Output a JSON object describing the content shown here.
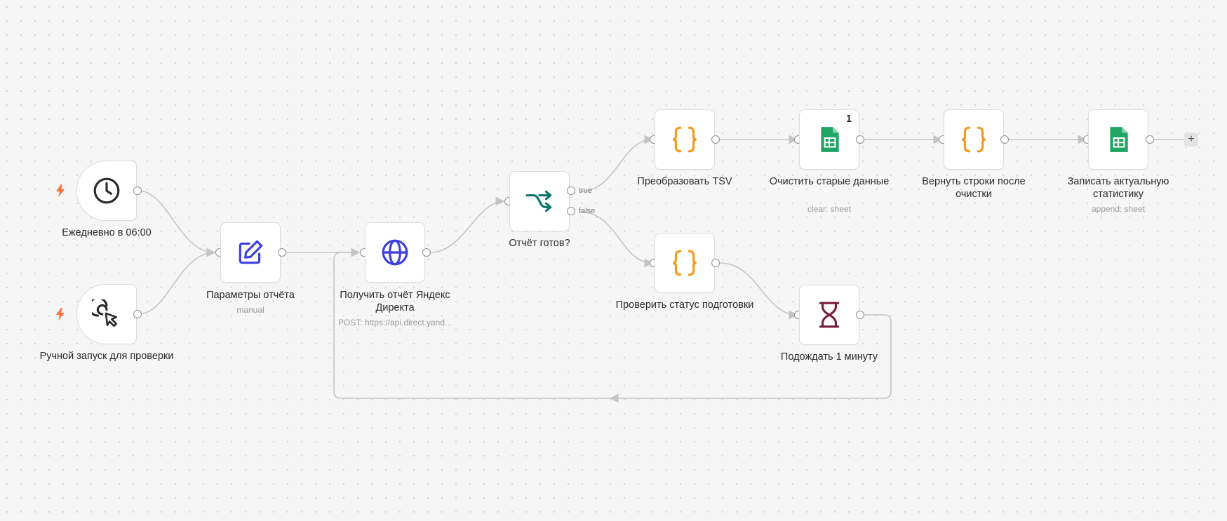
{
  "nodes": {
    "schedule": {
      "label": "Ежедневно в 06:00",
      "icon": "clock-icon"
    },
    "manual": {
      "label": "Ручной запуск для проверки",
      "icon": "pointer-click-icon"
    },
    "params": {
      "label": "Параметры отчёта",
      "sub": "manual",
      "icon": "edit-icon"
    },
    "fetch": {
      "label": "Получить отчёт Яндекс Директа",
      "sub": "POST: https://api.direct.yand...",
      "icon": "globe-icon"
    },
    "if": {
      "label": "Отчёт готов?",
      "icon": "branch-icon",
      "true_label": "true",
      "false_label": "false"
    },
    "convert": {
      "label": "Преобразовать TSV",
      "icon": "code-braces-icon"
    },
    "check": {
      "label": "Проверить статус подготовки",
      "icon": "code-braces-icon"
    },
    "clear": {
      "label": "Очистить старые данные",
      "sub": "clear: sheet",
      "icon": "google-sheets-icon",
      "badge": "1"
    },
    "wait": {
      "label": "Подождать 1 минуту",
      "icon": "hourglass-icon"
    },
    "return": {
      "label": "Вернуть строки после очистки",
      "icon": "code-braces-icon"
    },
    "write": {
      "label": "Записать актуальную статистику",
      "sub": "append: sheet",
      "icon": "google-sheets-icon"
    }
  },
  "add_button": "+",
  "colors": {
    "background": "#f6f6f6",
    "edge": "#c4c4c4",
    "trigger_bolt": "#ff6d3a",
    "braces": "#f59a1b",
    "http": "#3b3fe0",
    "if": "#0f766e",
    "sheets": "#1fa463",
    "wait": "#7a1f3d"
  }
}
